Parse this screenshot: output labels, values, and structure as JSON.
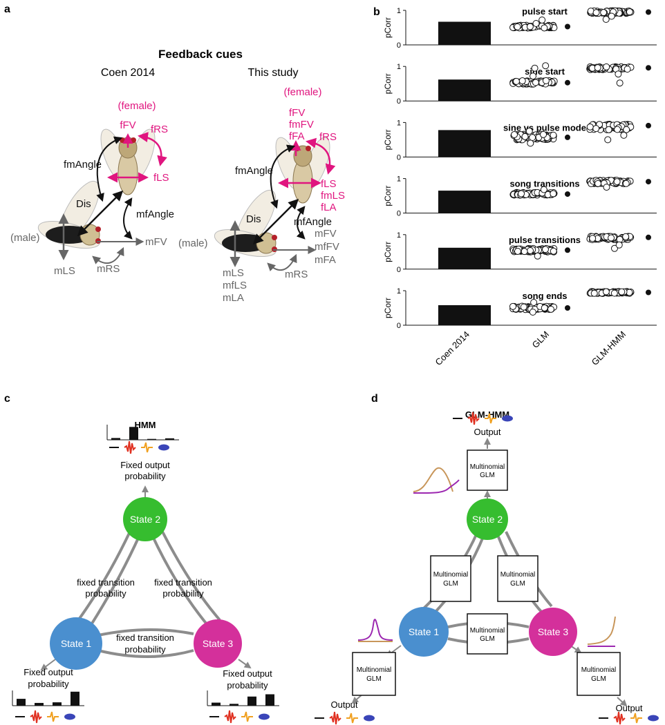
{
  "panel_a": {
    "letter": "a",
    "title": "Feedback cues",
    "left_heading": "Coen 2014",
    "right_heading": "This study",
    "left_labels": {
      "female": "(female)",
      "fFV": "fFV",
      "fRS": "fRS",
      "fLS": "fLS",
      "fmAngle": "fmAngle",
      "mfAngle": "mfAngle",
      "Dis": "Dis",
      "male": "(male)",
      "mFV": "mFV",
      "mLS": "mLS",
      "mRS": "mRS"
    },
    "right_labels": {
      "female": "(female)",
      "f_forward": [
        "fFV",
        "fmFV",
        "fFA"
      ],
      "fRS": "fRS",
      "f_lateral": [
        "fLS",
        "fmLS",
        "fLA"
      ],
      "fmAngle": "fmAngle",
      "mfAngle": "mfAngle",
      "Dis": "Dis",
      "male": "(male)",
      "m_forward": [
        "mFV",
        "mfFV",
        "mFA"
      ],
      "m_lateral": [
        "mLS",
        "mfLS",
        "mLA"
      ],
      "mRS": "mRS"
    },
    "colors": {
      "female": "#e0157f",
      "black": "#111111",
      "gray": "#666666"
    }
  },
  "panel_b": {
    "letter": "b",
    "ylabel": "pCorr",
    "categories": [
      "Coen 2014",
      "GLM",
      "GLM-HMM"
    ]
  },
  "chart_data": {
    "type": "bar",
    "categories": [
      "Coen 2014",
      "GLM",
      "GLM-HMM"
    ],
    "ylim": [
      0,
      1
    ],
    "yticks": [
      0,
      1
    ],
    "ylabel": "pCorr",
    "panels": [
      {
        "title": "pulse start",
        "coen": 0.67,
        "glm": {
          "center": 0.53,
          "spread": 0.04,
          "outliers": [
            0.62,
            0.72
          ]
        },
        "glm_mean": 0.53,
        "hmm": {
          "center": 0.95,
          "spread": 0.04,
          "outliers": [
            0.74,
            0.83
          ]
        },
        "hmm_mean": 0.95
      },
      {
        "title": "sine start",
        "coen": 0.62,
        "glm": {
          "center": 0.54,
          "spread": 0.05,
          "outliers": [
            0.72,
            0.95,
            1.02
          ]
        },
        "glm_mean": 0.53,
        "hmm": {
          "center": 0.95,
          "spread": 0.04,
          "outliers": [
            0.52,
            0.78
          ]
        },
        "hmm_mean": 0.96
      },
      {
        "title": "sine vs pulse mode",
        "coen": 0.78,
        "glm": {
          "center": 0.58,
          "spread": 0.08,
          "outliers": [
            0.4,
            0.75
          ]
        },
        "glm_mean": 0.57,
        "hmm": {
          "center": 0.87,
          "spread": 0.08,
          "outliers": [
            0.5,
            0.63
          ]
        },
        "hmm_mean": 0.91
      },
      {
        "title": "song transitions",
        "coen": 0.65,
        "glm": {
          "center": 0.56,
          "spread": 0.04,
          "outliers": [
            0.68
          ]
        },
        "glm_mean": 0.55,
        "hmm": {
          "center": 0.9,
          "spread": 0.05,
          "outliers": [
            0.75
          ]
        },
        "hmm_mean": 0.91
      },
      {
        "title": "pulse transitions",
        "coen": 0.62,
        "glm": {
          "center": 0.55,
          "spread": 0.05,
          "outliers": [
            0.38
          ]
        },
        "glm_mean": 0.55,
        "hmm": {
          "center": 0.9,
          "spread": 0.05,
          "outliers": [
            0.6,
            0.7
          ]
        },
        "hmm_mean": 0.92
      },
      {
        "title": "song ends",
        "coen": 0.58,
        "glm": {
          "center": 0.5,
          "spread": 0.05,
          "outliers": [
            0.38,
            0.66
          ]
        },
        "glm_mean": 0.5,
        "hmm": {
          "center": 0.95,
          "spread": 0.03,
          "outliers": []
        },
        "hmm_mean": 0.95
      }
    ]
  },
  "panel_c": {
    "letter": "c",
    "title": "HMM",
    "states": [
      {
        "label": "State 1",
        "color": "#4a8fcf"
      },
      {
        "label": "State 2",
        "color": "#36bd2f"
      },
      {
        "label": "State 3",
        "color": "#d4309b"
      }
    ],
    "transition_label": [
      "fixed transition",
      "probability"
    ],
    "output_label": [
      "Fixed output",
      "probability"
    ],
    "emission_hists": {
      "state1": [
        0.45,
        0.18,
        0.22,
        0.92
      ],
      "state2": [
        0.12,
        0.85,
        0.06,
        0.1
      ],
      "state3": [
        0.2,
        0.12,
        0.6,
        0.75
      ]
    }
  },
  "panel_d": {
    "letter": "d",
    "title": "GLM-HMM",
    "glm_label": [
      "Multinomial",
      "GLM"
    ],
    "output": "Output",
    "curve_colors": {
      "tan": "#c8965a",
      "purple": "#9c27b0"
    }
  },
  "song_icons": {
    "red": "#e03020",
    "orange": "#f0a020",
    "blue": "#3a45b8",
    "black": "#111111"
  }
}
